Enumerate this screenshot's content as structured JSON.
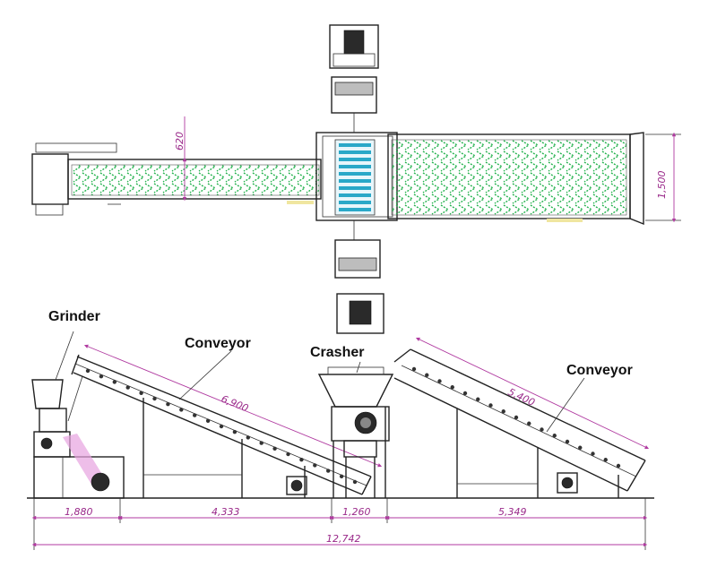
{
  "labels": {
    "grinder": "Grinder",
    "conveyor_left": "Conveyor",
    "crasher": "Crasher",
    "conveyor_right": "Conveyor"
  },
  "dimensions": {
    "belt_width_top": "620",
    "hopper_width_top": "1,500",
    "conveyor_left_length": "6,900",
    "conveyor_right_length": "5,400",
    "seg_grinder": "1,880",
    "seg_conveyor_left": "4,333",
    "seg_crasher": "1,260",
    "seg_conveyor_right": "5,349",
    "total_length": "12,742"
  },
  "colors": {
    "belt_chevron": "#22b14c",
    "dimension_line": "#b03aa0",
    "crusher_blades": "#2aa8c8",
    "outline": "#222222"
  }
}
